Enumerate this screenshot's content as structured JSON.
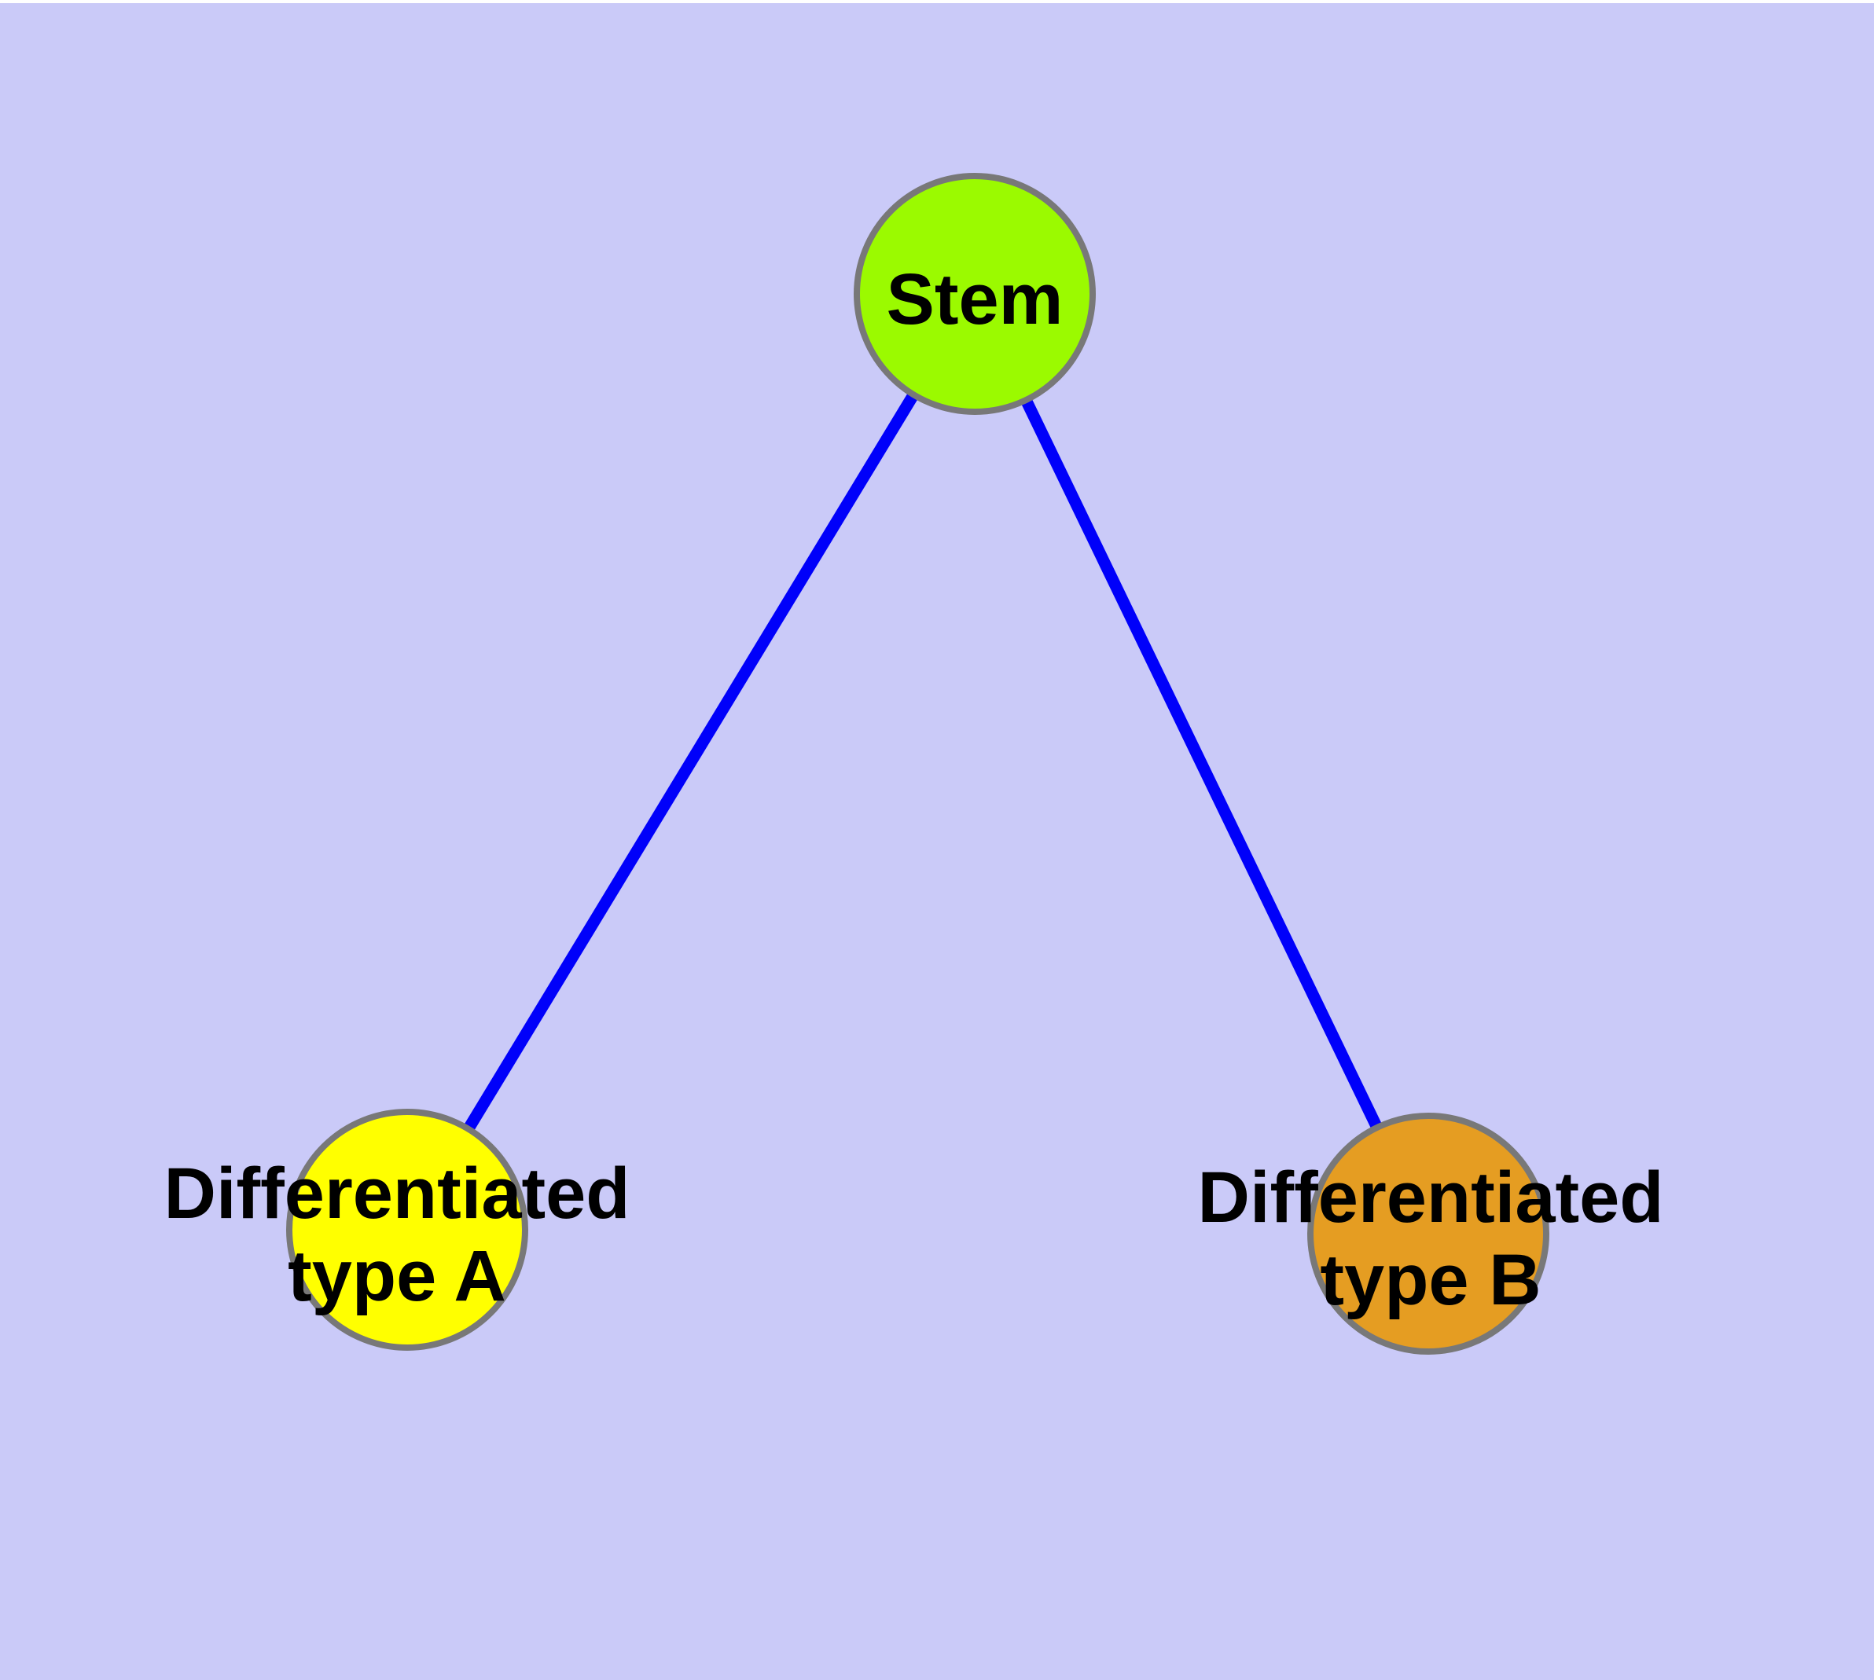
{
  "diagram": {
    "colors": {
      "background": "#CACAF8",
      "top_strip": "#FFFFFF",
      "edge": "#0000FA",
      "node_stroke": "#787878",
      "label": "#000000"
    },
    "nodes": {
      "stem": {
        "label": "Stem",
        "fill": "#9BFA00"
      },
      "type_a": {
        "label": "Differentiated type A",
        "label_line1": "Differentiated",
        "label_line2": "type A",
        "fill": "#FFFF00"
      },
      "type_b": {
        "label": "Differentiated type B",
        "label_line1": "Differentiated",
        "label_line2": "type B",
        "fill": "#E59D22"
      }
    },
    "edges": [
      {
        "from": "Stem",
        "to": "Differentiated type A"
      },
      {
        "from": "Stem",
        "to": "Differentiated type B"
      }
    ]
  }
}
